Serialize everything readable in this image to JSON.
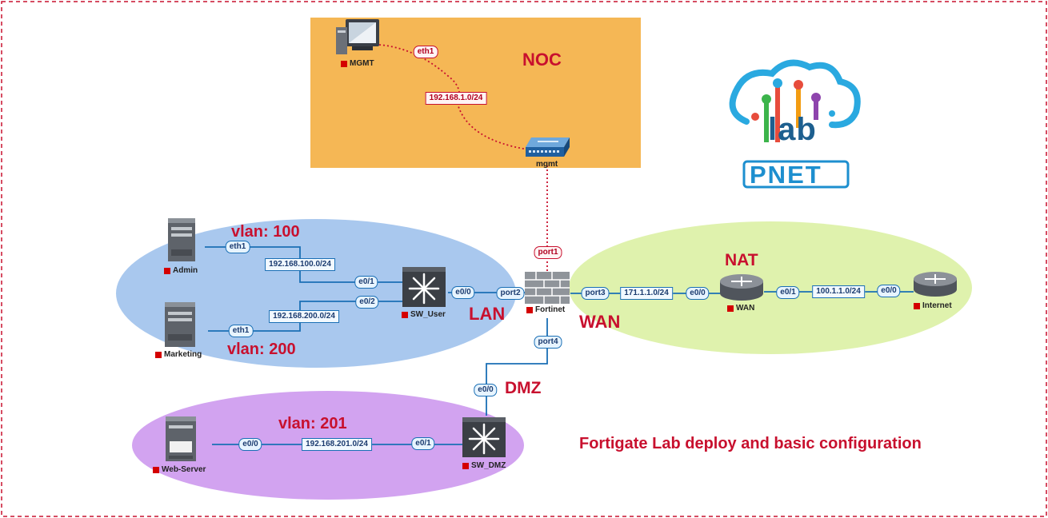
{
  "zones": {
    "noc": "NOC",
    "lan": "LAN",
    "wan": "WAN",
    "dmz": "DMZ",
    "nat": "NAT"
  },
  "vlans": {
    "v100": "vlan: 100",
    "v200": "vlan: 200",
    "v201": "vlan: 201"
  },
  "nodes": {
    "mgmt_pc": "MGMT",
    "mgmt_switch": "mgmt",
    "admin": "Admin",
    "marketing": "Marketing",
    "sw_user": "SW_User",
    "fortinet": "Fortinet",
    "wan_router": "WAN",
    "internet": "Internet",
    "web_server": "Web-Server",
    "sw_dmz": "SW_DMZ"
  },
  "interfaces": {
    "mgmt_eth1": "eth1",
    "fw_port1": "port1",
    "fw_port2": "port2",
    "fw_port3": "port3",
    "fw_port4": "port4",
    "admin_eth1": "eth1",
    "marketing_eth1": "eth1",
    "swuser_e01": "e0/1",
    "swuser_e02": "e0/2",
    "swuser_e00": "e0/0",
    "wan_e00": "e0/0",
    "wan_e01": "e0/1",
    "internet_e00": "e0/0",
    "swdmz_e00": "e0/0",
    "swdmz_e01": "e0/1",
    "web_e00": "e0/0"
  },
  "networks": {
    "noc": "192.168.1.0/24",
    "vlan100": "192.168.100.0/24",
    "vlan200": "192.168.200.0/24",
    "wan": "171.1.1.0/24",
    "internet": "100.1.1.0/24",
    "dmz": "192.168.201.0/24"
  },
  "logo": {
    "top": "lab",
    "bottom": "PNET"
  },
  "caption": "Fortigate Lab deploy and basic configuration",
  "colors": {
    "noc_zone": "#f5b755",
    "lan_zone": "#a9c8ee",
    "wan_zone": "#dff2ad",
    "dmz_zone": "#d2a3f0",
    "accent_red": "#c8102e",
    "link_blue": "#1a6fb5"
  }
}
